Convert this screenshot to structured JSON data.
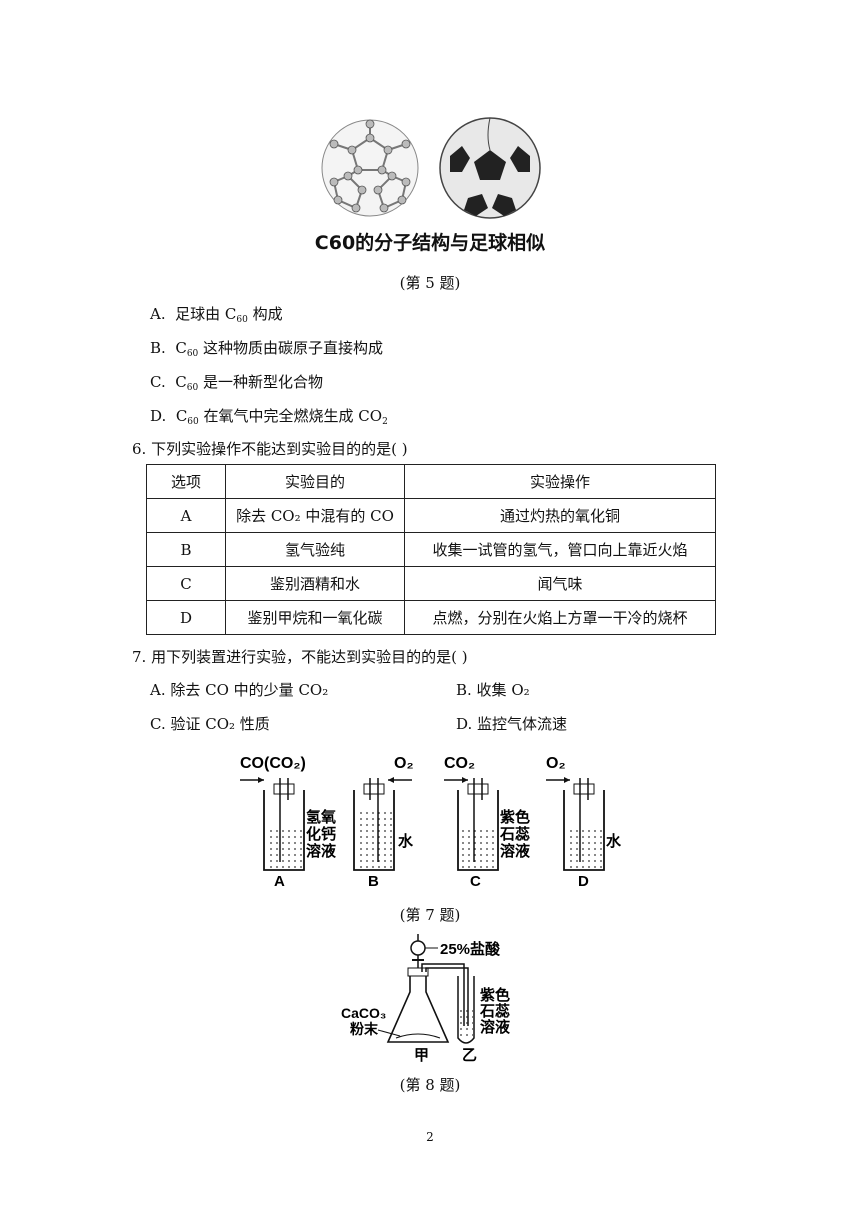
{
  "q5": {
    "figure_caption": "C60的分子结构与足球相似",
    "label": "(第 5 题)",
    "options": [
      {
        "letter": "A.",
        "pre": "足球由 C",
        "sub": "60",
        "post": " 构成"
      },
      {
        "letter": "B.",
        "pre": "C",
        "sub": "60",
        "post": " 这种物质由碳原子直接构成"
      },
      {
        "letter": "C.",
        "pre": "C",
        "sub": "60",
        "post": " 是一种新型化合物"
      },
      {
        "letter": "D.",
        "pre": "C",
        "sub": "60",
        "post": " 在氧气中完全燃烧生成 CO",
        "sub2": "2"
      }
    ]
  },
  "q6": {
    "question": "6.  下列实验操作不能达到实验目的的是(      )",
    "headers": [
      "选项",
      "实验目的",
      "实验操作"
    ],
    "rows": [
      [
        "A",
        "除去 CO₂ 中混有的 CO",
        "通过灼热的氧化铜"
      ],
      [
        "B",
        "氢气验纯",
        "收集一试管的氢气，管口向上靠近火焰"
      ],
      [
        "C",
        "鉴别酒精和水",
        "闻气味"
      ],
      [
        "D",
        "鉴别甲烷和一氧化碳",
        "点燃，分别在火焰上方罩一干冷的烧杯"
      ]
    ]
  },
  "q7": {
    "question": "7.  用下列装置进行实验，不能达到实验目的的是(      )",
    "options": [
      "A.  除去 CO 中的少量 CO₂",
      "B.  收集 O₂",
      "C.  验证 CO₂ 性质",
      "D.  监控气体流速"
    ],
    "figure": {
      "gas_labels": [
        "CO(CO₂)",
        "O₂",
        "CO₂",
        "O₂"
      ],
      "liquid_labels": [
        "氢氧化钙溶液",
        "水",
        "紫色石蕊溶液",
        "水"
      ],
      "bottle_letters": [
        "A",
        "B",
        "C",
        "D"
      ]
    },
    "label": "(第 7 题)"
  },
  "q8": {
    "figure": {
      "acid": "25%盐酸",
      "solid_top": "CaCO₃",
      "solid_bottom": "粉末",
      "indicator": [
        "紫色",
        "石蕊",
        "溶液"
      ],
      "flask": "甲",
      "tube": "乙"
    },
    "label": "(第 8 题)"
  },
  "page_number": "2"
}
